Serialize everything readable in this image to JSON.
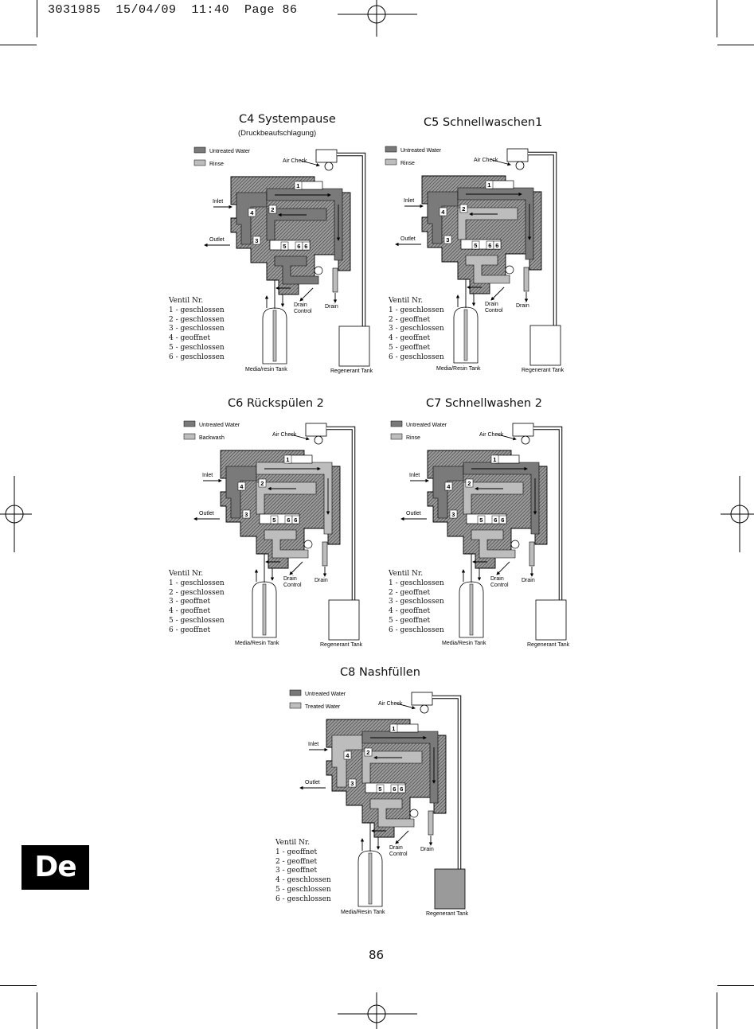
{
  "header": {
    "text": "3031985  15/04/09  11:40  Page 86"
  },
  "colors": {
    "untreated": "#7a7a7a",
    "light": "#bdbdbd",
    "hatch": "#555555",
    "ink": "#000000"
  },
  "diagrams": [
    {
      "title": "C4 Systempause",
      "subtitle": "(Druckbeaufschlagung)",
      "legend": [
        "Untreated Water",
        "Rinse"
      ],
      "labels": {
        "air_check": "Air Check",
        "inlet": "Inlet",
        "outlet": "Outlet",
        "drain_control": [
          "Drain",
          "Control"
        ],
        "drain": "Drain",
        "media_tank": "Media/resin Tank",
        "regen_tank": "Regenerant Tank"
      },
      "valve_title": "Ventil Nr.",
      "valves": [
        "1 - geschlossen",
        "2 - geschlossen",
        "3 - geschlossen",
        "4 - geoffnet",
        "5 - geschlossen",
        "6 - geschlossen"
      ]
    },
    {
      "title": "C5 Schnellwaschen1",
      "subtitle": "",
      "legend": [
        "Untreated Water",
        "Rinse"
      ],
      "labels": {
        "air_check": "Air Check",
        "inlet": "Inlet",
        "outlet": "Outlet",
        "drain_control": [
          "Drain",
          "Control"
        ],
        "drain": "Drain",
        "media_tank": "Media/Resin Tank",
        "regen_tank": "Regenerant Tank"
      },
      "valve_title": "Ventil Nr.",
      "valves": [
        "1 - geschlossen",
        "2 - geoffnet",
        "3 - geschlossen",
        "4 - geoffnet",
        "5 - geoffnet",
        "6 - geschlossen"
      ]
    },
    {
      "title": "C6 Rückspülen 2",
      "subtitle": "",
      "legend": [
        "Untreated Water",
        "Backwash"
      ],
      "labels": {
        "air_check": "Air Check",
        "inlet": "Inlet",
        "outlet": "Outlet",
        "drain_control": [
          "Drain",
          "Control"
        ],
        "drain": "Drain",
        "media_tank": "Media/Resin Tank",
        "regen_tank": "Regenerant Tank"
      },
      "valve_title": "Ventil Nr.",
      "valves": [
        "1 - geschlossen",
        "2 - geschlossen",
        "3 - geoffnet",
        "4 - geoffnet",
        "5 - geschlossen",
        "6 - geoffnet"
      ]
    },
    {
      "title": "C7 Schnellwashen 2",
      "subtitle": "",
      "legend": [
        "Untreated Water",
        "Rinse"
      ],
      "labels": {
        "air_check": "Air Check",
        "inlet": "Inlet",
        "outlet": "Outlet",
        "drain_control": [
          "Drain",
          "Control"
        ],
        "drain": "Drain",
        "media_tank": "Media/Resin Tank",
        "regen_tank": "Regenerant Tank"
      },
      "valve_title": "Ventil Nr.",
      "valves": [
        "1 - geschlossen",
        "2 - geoffnet",
        "3 - geschlossen",
        "4 - geoffnet",
        "5 - geoffnet",
        "6 - geschlossen"
      ]
    },
    {
      "title": "C8 Nashfüllen",
      "subtitle": "",
      "legend": [
        "Untreated Water",
        "Treated Water"
      ],
      "labels": {
        "air_check": "Air Check",
        "inlet": "Inlet",
        "outlet": "Outlet",
        "drain_control": [
          "Drain",
          "Control"
        ],
        "drain": "Drain",
        "media_tank": "Media/Resin Tank",
        "regen_tank": "Regenerant Tank"
      },
      "valve_title": "Ventil Nr.",
      "valves": [
        "1 - geoffnet",
        "2 - geoffnet",
        "3 - geoffnet",
        "4 - geschlossen",
        "5 - geschlossen",
        "6 - geschlossen"
      ]
    }
  ],
  "valve_numbers": [
    "1",
    "2",
    "3",
    "4",
    "5",
    "6",
    "6"
  ],
  "language_tab": "De",
  "page_number": "86"
}
